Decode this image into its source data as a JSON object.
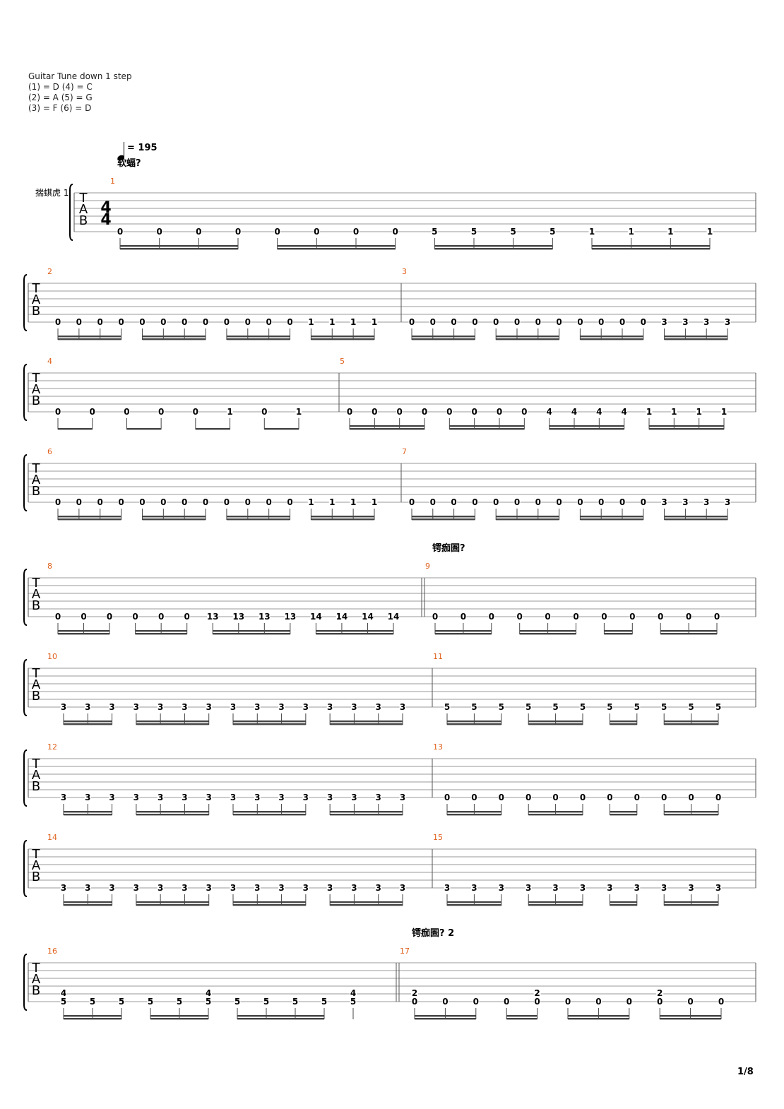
{
  "header": {
    "tuning_title": "Guitar Tune down 1 step",
    "tuning_lines": [
      "(1) = D (4) = C",
      "(2) = A (5) = G",
      "(3) = F (6) = D"
    ]
  },
  "tempo": {
    "value": "= 195",
    "section": "软蝠?"
  },
  "track": {
    "name": "揣蜞虎 1",
    "time_signature": [
      "4",
      "4"
    ],
    "tab_letters": [
      "T",
      "A",
      "B"
    ]
  },
  "sections": [
    {
      "label": "锷痂圄?",
      "before_measure": 9
    },
    {
      "label": "锷痂圄? 2",
      "before_measure": 17
    }
  ],
  "systems": [
    {
      "measures": [
        {
          "number": "1",
          "beams": 2,
          "notes": [
            {
              "f": "0"
            },
            {
              "f": "0"
            },
            {
              "f": "0"
            },
            {
              "f": "0"
            },
            {
              "f": "0"
            },
            {
              "f": "0"
            },
            {
              "f": "0"
            },
            {
              "f": "0"
            },
            {
              "f": "5"
            },
            {
              "f": "5"
            },
            {
              "f": "5"
            },
            {
              "f": "5"
            },
            {
              "f": "1"
            },
            {
              "f": "1"
            },
            {
              "f": "1"
            },
            {
              "f": "1"
            }
          ],
          "groups": [
            [
              0,
              3
            ],
            [
              4,
              7
            ],
            [
              8,
              11
            ],
            [
              12,
              15
            ]
          ]
        }
      ]
    },
    {
      "measures": [
        {
          "number": "2",
          "beams": 2,
          "notes": [
            {
              "f": "0"
            },
            {
              "f": "0"
            },
            {
              "f": "0"
            },
            {
              "f": "0"
            },
            {
              "f": "0"
            },
            {
              "f": "0"
            },
            {
              "f": "0"
            },
            {
              "f": "0"
            },
            {
              "f": "0"
            },
            {
              "f": "0"
            },
            {
              "f": "0"
            },
            {
              "f": "0"
            },
            {
              "f": "1"
            },
            {
              "f": "1"
            },
            {
              "f": "1"
            },
            {
              "f": "1"
            }
          ],
          "groups": [
            [
              0,
              3
            ],
            [
              4,
              7
            ],
            [
              8,
              11
            ],
            [
              12,
              15
            ]
          ]
        },
        {
          "number": "3",
          "beams": 2,
          "notes": [
            {
              "f": "0"
            },
            {
              "f": "0"
            },
            {
              "f": "0"
            },
            {
              "f": "0"
            },
            {
              "f": "0"
            },
            {
              "f": "0"
            },
            {
              "f": "0"
            },
            {
              "f": "0"
            },
            {
              "f": "0"
            },
            {
              "f": "0"
            },
            {
              "f": "0"
            },
            {
              "f": "0"
            },
            {
              "f": "3"
            },
            {
              "f": "3"
            },
            {
              "f": "3"
            },
            {
              "f": "3"
            }
          ],
          "groups": [
            [
              0,
              3
            ],
            [
              4,
              7
            ],
            [
              8,
              11
            ],
            [
              12,
              15
            ]
          ]
        }
      ]
    },
    {
      "measures": [
        {
          "number": "4",
          "beams": 1,
          "notes": [
            {
              "f": "0"
            },
            {
              "f": "0"
            },
            {
              "f": "0"
            },
            {
              "f": "0"
            },
            {
              "f": "0"
            },
            {
              "f": "1"
            },
            {
              "f": "0"
            },
            {
              "f": "1"
            }
          ],
          "groups": [
            [
              0,
              1
            ],
            [
              2,
              3
            ],
            [
              4,
              5
            ],
            [
              6,
              7
            ]
          ]
        },
        {
          "number": "5",
          "beams": 2,
          "notes": [
            {
              "f": "0"
            },
            {
              "f": "0"
            },
            {
              "f": "0"
            },
            {
              "f": "0"
            },
            {
              "f": "0"
            },
            {
              "f": "0"
            },
            {
              "f": "0"
            },
            {
              "f": "0"
            },
            {
              "f": "4"
            },
            {
              "f": "4"
            },
            {
              "f": "4"
            },
            {
              "f": "4"
            },
            {
              "f": "1"
            },
            {
              "f": "1"
            },
            {
              "f": "1"
            },
            {
              "f": "1"
            }
          ],
          "groups": [
            [
              0,
              3
            ],
            [
              4,
              7
            ],
            [
              8,
              11
            ],
            [
              12,
              15
            ]
          ]
        }
      ]
    },
    {
      "measures": [
        {
          "number": "6",
          "beams": 2,
          "notes": [
            {
              "f": "0"
            },
            {
              "f": "0"
            },
            {
              "f": "0"
            },
            {
              "f": "0"
            },
            {
              "f": "0"
            },
            {
              "f": "0"
            },
            {
              "f": "0"
            },
            {
              "f": "0"
            },
            {
              "f": "0"
            },
            {
              "f": "0"
            },
            {
              "f": "0"
            },
            {
              "f": "0"
            },
            {
              "f": "1"
            },
            {
              "f": "1"
            },
            {
              "f": "1"
            },
            {
              "f": "1"
            }
          ],
          "groups": [
            [
              0,
              3
            ],
            [
              4,
              7
            ],
            [
              8,
              11
            ],
            [
              12,
              15
            ]
          ]
        },
        {
          "number": "7",
          "beams": 2,
          "notes": [
            {
              "f": "0"
            },
            {
              "f": "0"
            },
            {
              "f": "0"
            },
            {
              "f": "0"
            },
            {
              "f": "0"
            },
            {
              "f": "0"
            },
            {
              "f": "0"
            },
            {
              "f": "0"
            },
            {
              "f": "0"
            },
            {
              "f": "0"
            },
            {
              "f": "0"
            },
            {
              "f": "0"
            },
            {
              "f": "3"
            },
            {
              "f": "3"
            },
            {
              "f": "3"
            },
            {
              "f": "3"
            }
          ],
          "groups": [
            [
              0,
              3
            ],
            [
              4,
              7
            ],
            [
              8,
              11
            ],
            [
              12,
              15
            ]
          ]
        }
      ]
    },
    {
      "measures": [
        {
          "number": "8",
          "beams": 2,
          "notes": [
            {
              "f": "0"
            },
            {
              "f": "0"
            },
            {
              "f": "0"
            },
            {
              "f": "0"
            },
            {
              "f": "0"
            },
            {
              "f": "0"
            },
            {
              "f": "13"
            },
            {
              "f": "13"
            },
            {
              "f": "13"
            },
            {
              "f": "13"
            },
            {
              "f": "14"
            },
            {
              "f": "14"
            },
            {
              "f": "14"
            },
            {
              "f": "14"
            }
          ],
          "groups": [
            [
              0,
              2
            ],
            [
              3,
              5
            ],
            [
              6,
              9
            ],
            [
              10,
              13
            ]
          ]
        },
        {
          "number": "9",
          "beams": 2,
          "notes": [
            {
              "f": "0"
            },
            {
              "f": "0"
            },
            {
              "f": "0"
            },
            {
              "f": "0"
            },
            {
              "f": "0"
            },
            {
              "f": "0"
            },
            {
              "f": "0"
            },
            {
              "f": "0"
            },
            {
              "f": "0"
            },
            {
              "f": "0"
            },
            {
              "f": "0"
            }
          ],
          "groups": [
            [
              0,
              2
            ],
            [
              3,
              5
            ],
            [
              6,
              7
            ],
            [
              8,
              10
            ]
          ]
        }
      ]
    },
    {
      "measures": [
        {
          "number": "10",
          "beams": 2,
          "notes": [
            {
              "f": "3"
            },
            {
              "f": "3"
            },
            {
              "f": "3"
            },
            {
              "f": "3"
            },
            {
              "f": "3"
            },
            {
              "f": "3"
            },
            {
              "f": "3"
            },
            {
              "f": "3"
            },
            {
              "f": "3"
            },
            {
              "f": "3"
            },
            {
              "f": "3"
            },
            {
              "f": "3"
            },
            {
              "f": "3"
            },
            {
              "f": "3"
            },
            {
              "f": "3"
            }
          ],
          "groups": [
            [
              0,
              2
            ],
            [
              3,
              6
            ],
            [
              7,
              10
            ],
            [
              11,
              14
            ]
          ]
        },
        {
          "number": "11",
          "beams": 2,
          "notes": [
            {
              "f": "5"
            },
            {
              "f": "5"
            },
            {
              "f": "5"
            },
            {
              "f": "5"
            },
            {
              "f": "5"
            },
            {
              "f": "5"
            },
            {
              "f": "5"
            },
            {
              "f": "5"
            },
            {
              "f": "5"
            },
            {
              "f": "5"
            },
            {
              "f": "5"
            }
          ],
          "groups": [
            [
              0,
              2
            ],
            [
              3,
              5
            ],
            [
              6,
              7
            ],
            [
              8,
              10
            ]
          ]
        }
      ]
    },
    {
      "measures": [
        {
          "number": "12",
          "beams": 2,
          "notes": [
            {
              "f": "3"
            },
            {
              "f": "3"
            },
            {
              "f": "3"
            },
            {
              "f": "3"
            },
            {
              "f": "3"
            },
            {
              "f": "3"
            },
            {
              "f": "3"
            },
            {
              "f": "3"
            },
            {
              "f": "3"
            },
            {
              "f": "3"
            },
            {
              "f": "3"
            },
            {
              "f": "3"
            },
            {
              "f": "3"
            },
            {
              "f": "3"
            },
            {
              "f": "3"
            }
          ],
          "groups": [
            [
              0,
              2
            ],
            [
              3,
              6
            ],
            [
              7,
              10
            ],
            [
              11,
              14
            ]
          ]
        },
        {
          "number": "13",
          "beams": 2,
          "notes": [
            {
              "f": "0"
            },
            {
              "f": "0"
            },
            {
              "f": "0"
            },
            {
              "f": "0"
            },
            {
              "f": "0"
            },
            {
              "f": "0"
            },
            {
              "f": "0"
            },
            {
              "f": "0"
            },
            {
              "f": "0"
            },
            {
              "f": "0"
            },
            {
              "f": "0"
            }
          ],
          "groups": [
            [
              0,
              2
            ],
            [
              3,
              5
            ],
            [
              6,
              7
            ],
            [
              8,
              10
            ]
          ]
        }
      ]
    },
    {
      "measures": [
        {
          "number": "14",
          "beams": 2,
          "notes": [
            {
              "f": "3"
            },
            {
              "f": "3"
            },
            {
              "f": "3"
            },
            {
              "f": "3"
            },
            {
              "f": "3"
            },
            {
              "f": "3"
            },
            {
              "f": "3"
            },
            {
              "f": "3"
            },
            {
              "f": "3"
            },
            {
              "f": "3"
            },
            {
              "f": "3"
            },
            {
              "f": "3"
            },
            {
              "f": "3"
            },
            {
              "f": "3"
            },
            {
              "f": "3"
            }
          ],
          "groups": [
            [
              0,
              2
            ],
            [
              3,
              6
            ],
            [
              7,
              10
            ],
            [
              11,
              14
            ]
          ]
        },
        {
          "number": "15",
          "beams": 2,
          "notes": [
            {
              "f": "3"
            },
            {
              "f": "3"
            },
            {
              "f": "3"
            },
            {
              "f": "3"
            },
            {
              "f": "3"
            },
            {
              "f": "3"
            },
            {
              "f": "3"
            },
            {
              "f": "3"
            },
            {
              "f": "3"
            },
            {
              "f": "3"
            },
            {
              "f": "3"
            }
          ],
          "groups": [
            [
              0,
              2
            ],
            [
              3,
              5
            ],
            [
              6,
              7
            ],
            [
              8,
              10
            ]
          ]
        }
      ]
    },
    {
      "measures": [
        {
          "number": "16",
          "beams": 2,
          "notes": [
            {
              "f": "5",
              "top": "4"
            },
            {
              "f": "5"
            },
            {
              "f": "5"
            },
            {
              "f": "5"
            },
            {
              "f": "5"
            },
            {
              "f": "5",
              "top": "4"
            },
            {
              "f": "5"
            },
            {
              "f": "5"
            },
            {
              "f": "5"
            },
            {
              "f": "5"
            },
            {
              "f": "5",
              "top": "4"
            }
          ],
          "groups": [
            [
              0,
              2
            ],
            [
              3,
              5
            ],
            [
              6,
              9
            ],
            [
              10,
              10
            ]
          ]
        },
        {
          "number": "17",
          "beams": 2,
          "notes": [
            {
              "f": "0",
              "top": "2"
            },
            {
              "f": "0"
            },
            {
              "f": "0"
            },
            {
              "f": "0"
            },
            {
              "f": "0",
              "top": "2"
            },
            {
              "f": "0"
            },
            {
              "f": "0"
            },
            {
              "f": "0"
            },
            {
              "f": "0",
              "top": "2"
            },
            {
              "f": "0"
            },
            {
              "f": "0"
            }
          ],
          "groups": [
            [
              0,
              2
            ],
            [
              3,
              4
            ],
            [
              5,
              7
            ],
            [
              8,
              10
            ]
          ]
        }
      ]
    }
  ],
  "page_number": "1/8"
}
